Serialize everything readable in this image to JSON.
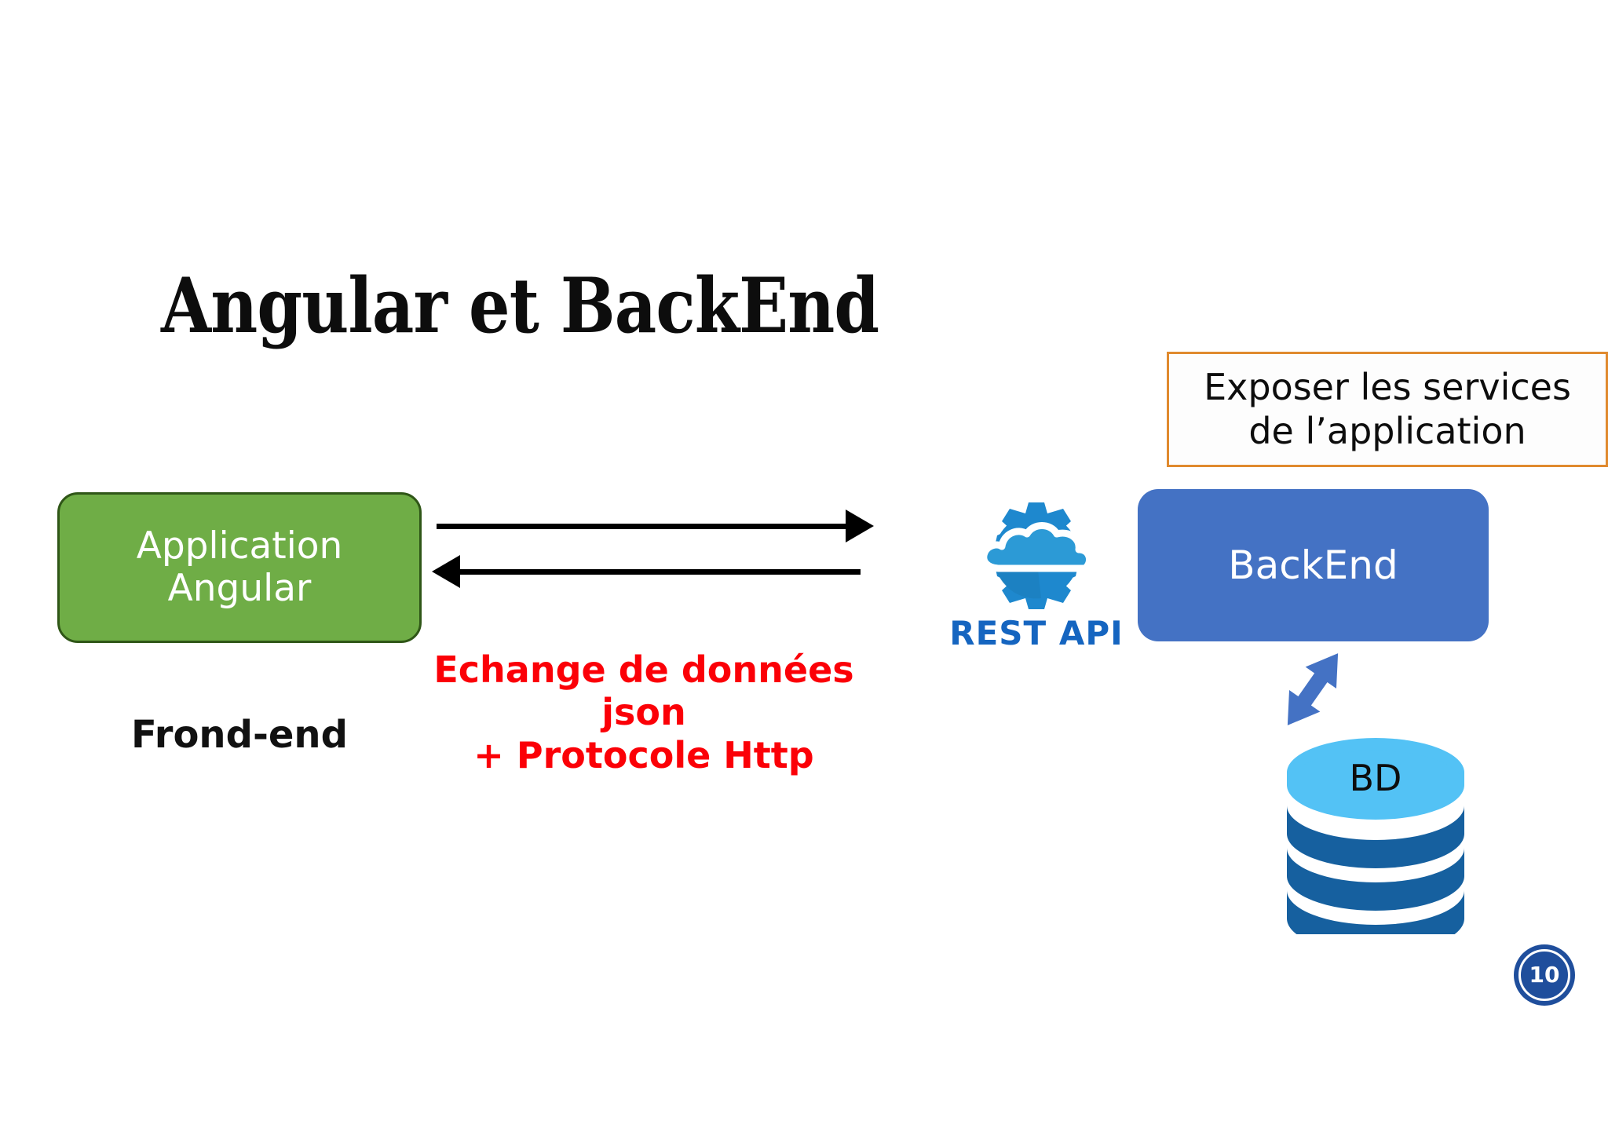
{
  "slide": {
    "title": "Angular et BackEnd",
    "page_number": "10",
    "background_color": "#ffffff"
  },
  "frontend": {
    "box_label_line1": "Application",
    "box_label_line2": "Angular",
    "caption": "Frond-end",
    "fill_color": "#6FAD46",
    "border_color": "#2F5617",
    "text_color": "#ffffff"
  },
  "exchange": {
    "line1": "Echange de données",
    "line2": "json",
    "line3": "+ Protocole Http",
    "color": "#FB0007",
    "arrow_right_name": "request-arrow",
    "arrow_left_name": "response-arrow"
  },
  "restapi": {
    "label": "REST API",
    "color": "#1565C0",
    "gear_color": "#1E88CE",
    "cloud_color": "#2C9AD6"
  },
  "backend": {
    "box_label": "BackEnd",
    "fill_color": "#4472C4",
    "text_color": "#ffffff"
  },
  "note": {
    "line1": "Exposer les services",
    "line2": "de l’application",
    "border_color": "#E08A2E",
    "text_color": "#0d0d0d"
  },
  "database": {
    "label": "BD",
    "top_color": "#53C2F5",
    "band_color": "#16609F",
    "label_color": "#0d0d0d",
    "arrow_color": "#4472C4"
  }
}
